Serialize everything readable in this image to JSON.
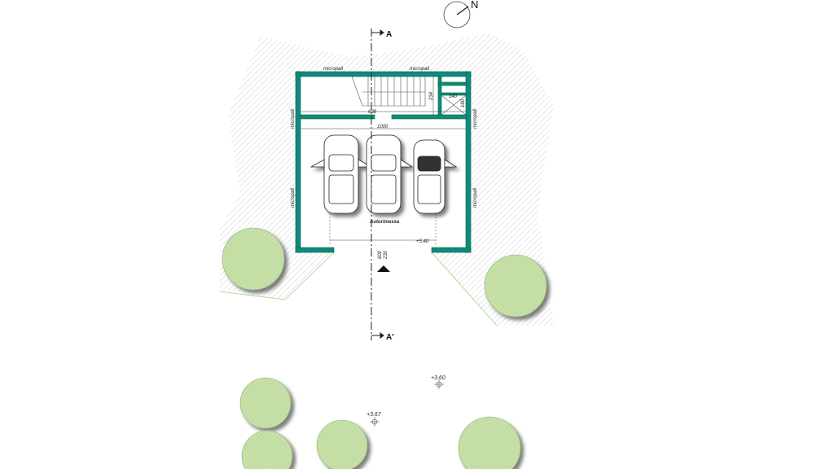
{
  "north_label": "N",
  "section_top": "A",
  "section_bottom": "A'",
  "labels": {
    "micropali": "micropali",
    "room": "Autorimessa"
  },
  "dimensions": {
    "d638": "638",
    "d1000": "1000",
    "d234": "234",
    "d140": "140",
    "d180": "180",
    "d600": "600",
    "d230": "230"
  },
  "elevations": {
    "garage": "+5.40",
    "e1": "+3.60",
    "e2": "+3.67"
  },
  "colors": {
    "wall": "#0f8a80",
    "tree": "#c6e0a8",
    "hatch": "#bbbbbb"
  }
}
